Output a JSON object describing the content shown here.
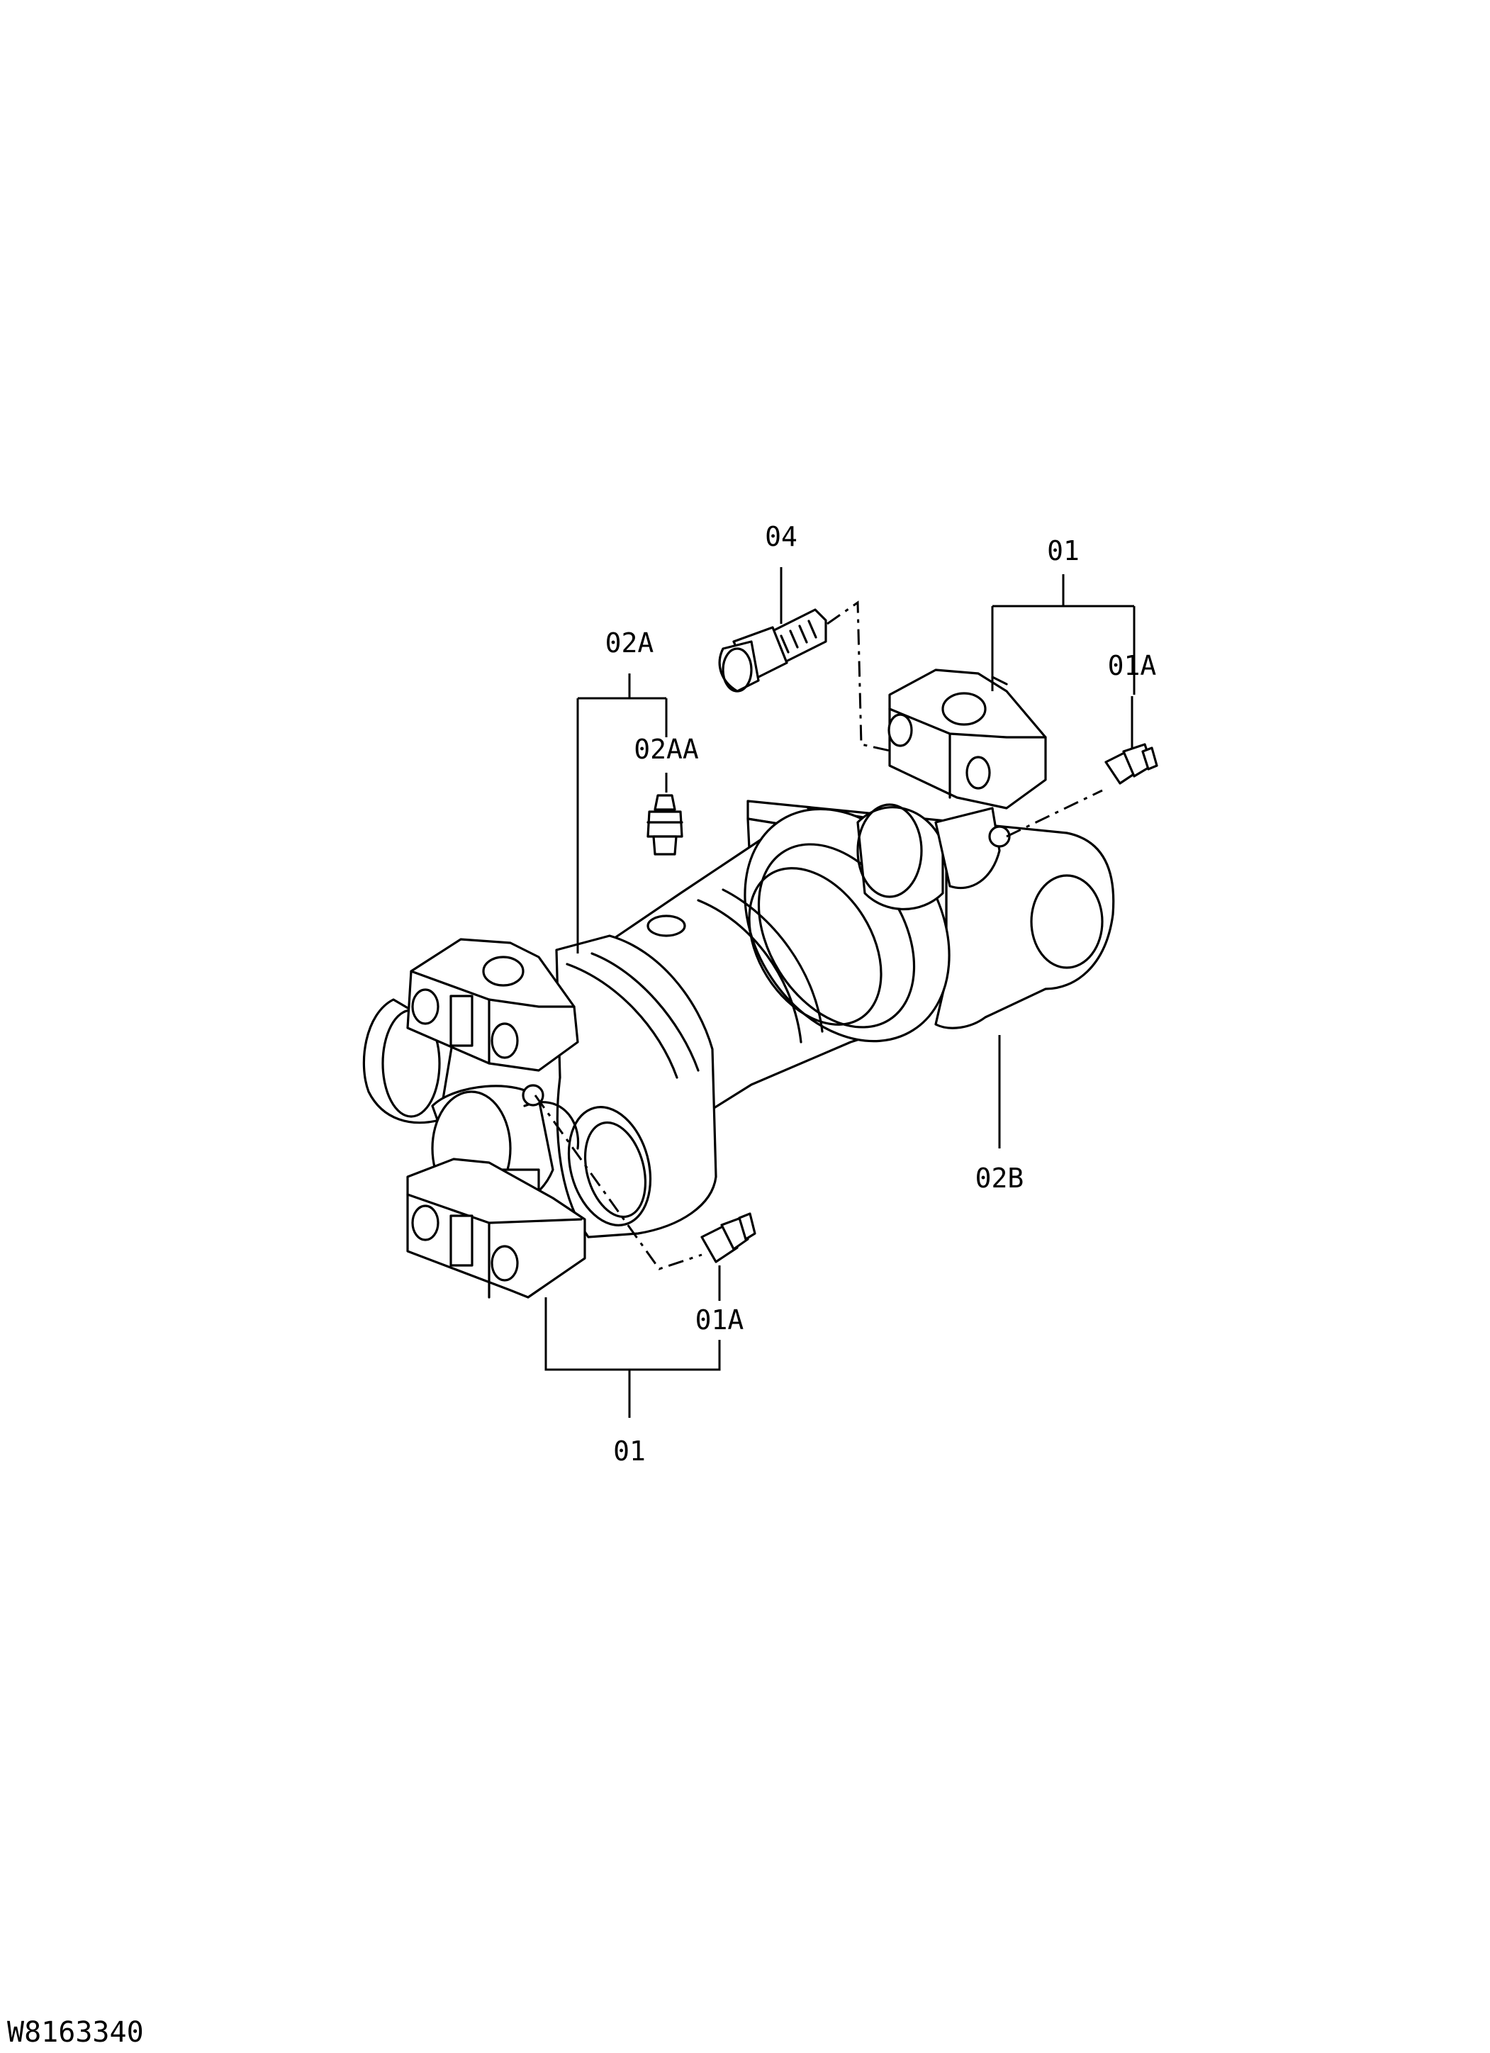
{
  "diagram": {
    "drawing_code": "W8163340",
    "callouts": {
      "bolt": "04",
      "top_joint": "01",
      "top_fitting": "01A",
      "flange_yoke": "02A",
      "grease_nipple": "02AA",
      "yoke_b": "02B",
      "bottom_fitting": "01A",
      "bottom_joint": "01"
    }
  }
}
